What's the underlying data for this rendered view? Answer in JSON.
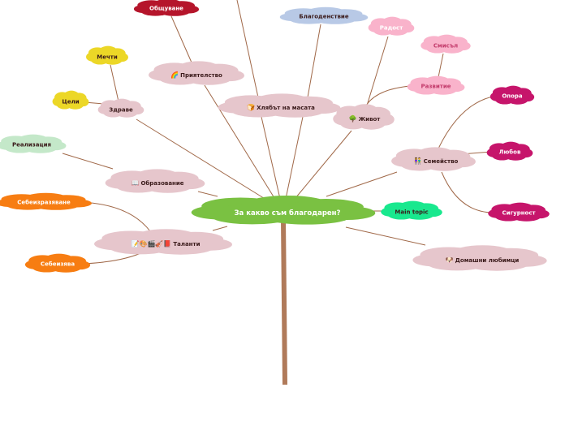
{
  "central": {
    "label": "За какво съм благодарен?"
  },
  "nodes": {
    "n1": {
      "label": "Общуване"
    },
    "n2": {
      "label": "Благоденствие"
    },
    "n3": {
      "label": "Радост"
    },
    "n4": {
      "label": "Смисъл"
    },
    "n5": {
      "label": "Мечти"
    },
    "n6": {
      "label": "Приятелство",
      "icon": "rainbow-icon",
      "glyph": "🌈"
    },
    "n7": {
      "label": "Развитие"
    },
    "n8": {
      "label": "Цели"
    },
    "n9": {
      "label": "Здраве"
    },
    "n10": {
      "label": "Хлябът на масата",
      "icon": "bread-icon",
      "glyph": "🍞"
    },
    "n11": {
      "label": "Живот",
      "icon": "tree-icon",
      "glyph": "🌳"
    },
    "n12": {
      "label": "Опора"
    },
    "n13": {
      "label": "Реализация"
    },
    "n14": {
      "label": "Семейство",
      "icon": "family-icon",
      "glyph": "👫"
    },
    "n15": {
      "label": "Любов"
    },
    "n16": {
      "label": "Образование",
      "icon": "book-icon",
      "glyph": "📖"
    },
    "n17": {
      "label": "Себеизразяване"
    },
    "n18": {
      "label": "Main topic"
    },
    "n19": {
      "label": "Сигурност"
    },
    "n20": {
      "label": "Таланти",
      "icon": "talents-icons",
      "glyph": "📝🎨🎬🎻📕"
    },
    "n21": {
      "label": "Домашни любимци",
      "icon": "dog-icon",
      "glyph": "🐶"
    },
    "n22": {
      "label": "Себеизява"
    }
  },
  "colors": {
    "trunk": "#b07a5a",
    "branch": "#a06848",
    "central_fill": "#7ac142",
    "pink_fill": "#e6c6cc",
    "blue_fill": "#b8c9e6",
    "red_fill": "#b5152b",
    "light_pink_fill": "#f9b3cb",
    "yellow_fill": "#ecd727",
    "mint_fill": "#c4e8c9",
    "orange_fill": "#f77d12",
    "magenta_fill": "#c6156b",
    "green_fill": "#19e88e"
  }
}
